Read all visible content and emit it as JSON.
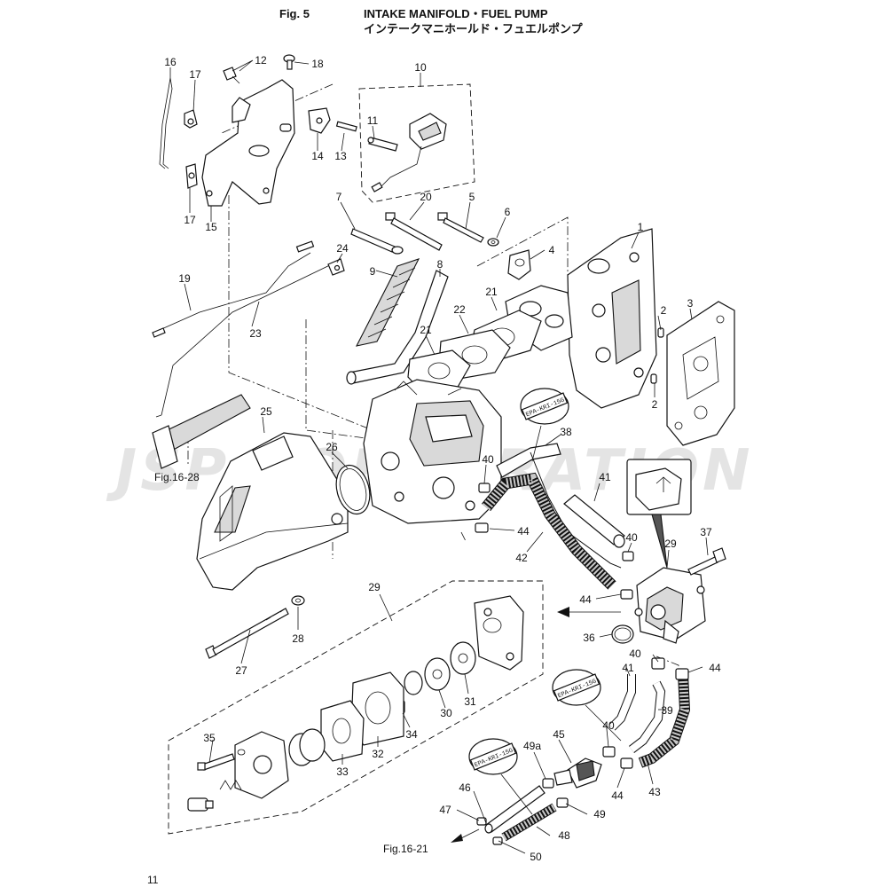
{
  "header": {
    "fig": "Fig. 5",
    "title_en": "INTAKE MANIFOLD・FUEL PUMP",
    "title_jp": "インテークマニホールド・フュエルポンプ"
  },
  "watermark": "JSP CORPORATION",
  "page_number": "11",
  "tag_text": "EPA-KRI-15G",
  "refs": {
    "fig16_28": "Fig.16-28",
    "fig16_21": "Fig.16-21"
  },
  "callouts": [
    {
      "id": "c16",
      "text": "16"
    },
    {
      "id": "c17a",
      "text": "17"
    },
    {
      "id": "c12",
      "text": "12"
    },
    {
      "id": "c18",
      "text": "18"
    },
    {
      "id": "c10",
      "text": "10"
    },
    {
      "id": "c11",
      "text": "11"
    },
    {
      "id": "c14",
      "text": "14"
    },
    {
      "id": "c13",
      "text": "13"
    },
    {
      "id": "c17b",
      "text": "17"
    },
    {
      "id": "c15",
      "text": "15"
    },
    {
      "id": "c7",
      "text": "7"
    },
    {
      "id": "c20",
      "text": "20"
    },
    {
      "id": "c5",
      "text": "5"
    },
    {
      "id": "c6",
      "text": "6"
    },
    {
      "id": "c1",
      "text": "1"
    },
    {
      "id": "c24",
      "text": "24"
    },
    {
      "id": "c4",
      "text": "4"
    },
    {
      "id": "c9",
      "text": "9"
    },
    {
      "id": "c8",
      "text": "8"
    },
    {
      "id": "c19",
      "text": "19"
    },
    {
      "id": "c21a",
      "text": "21"
    },
    {
      "id": "c3",
      "text": "3"
    },
    {
      "id": "c22",
      "text": "22"
    },
    {
      "id": "c2a",
      "text": "2"
    },
    {
      "id": "c23",
      "text": "23"
    },
    {
      "id": "c21b",
      "text": "21"
    },
    {
      "id": "c2b",
      "text": "2"
    },
    {
      "id": "c25",
      "text": "25"
    },
    {
      "id": "c38",
      "text": "38"
    },
    {
      "id": "c26",
      "text": "26"
    },
    {
      "id": "c40a",
      "text": "40"
    },
    {
      "id": "c41a",
      "text": "41"
    },
    {
      "id": "c44a",
      "text": "44"
    },
    {
      "id": "c42",
      "text": "42"
    },
    {
      "id": "c40b",
      "text": "40"
    },
    {
      "id": "c29a",
      "text": "29"
    },
    {
      "id": "c37",
      "text": "37"
    },
    {
      "id": "c29b",
      "text": "29"
    },
    {
      "id": "c44b",
      "text": "44"
    },
    {
      "id": "c28",
      "text": "28"
    },
    {
      "id": "c36",
      "text": "36"
    },
    {
      "id": "c27",
      "text": "27"
    },
    {
      "id": "c40c",
      "text": "40"
    },
    {
      "id": "c41b",
      "text": "41"
    },
    {
      "id": "c44c",
      "text": "44"
    },
    {
      "id": "c39",
      "text": "39"
    },
    {
      "id": "c31",
      "text": "31"
    },
    {
      "id": "c30",
      "text": "30"
    },
    {
      "id": "c34",
      "text": "34"
    },
    {
      "id": "c35",
      "text": "35"
    },
    {
      "id": "c45",
      "text": "45"
    },
    {
      "id": "c40d",
      "text": "40"
    },
    {
      "id": "c49a",
      "text": "49a"
    },
    {
      "id": "c33",
      "text": "33"
    },
    {
      "id": "c32",
      "text": "32"
    },
    {
      "id": "c46",
      "text": "46"
    },
    {
      "id": "c44d",
      "text": "44"
    },
    {
      "id": "c43",
      "text": "43"
    },
    {
      "id": "c47",
      "text": "47"
    },
    {
      "id": "c49",
      "text": "49"
    },
    {
      "id": "c48",
      "text": "48"
    },
    {
      "id": "c50",
      "text": "50"
    }
  ]
}
